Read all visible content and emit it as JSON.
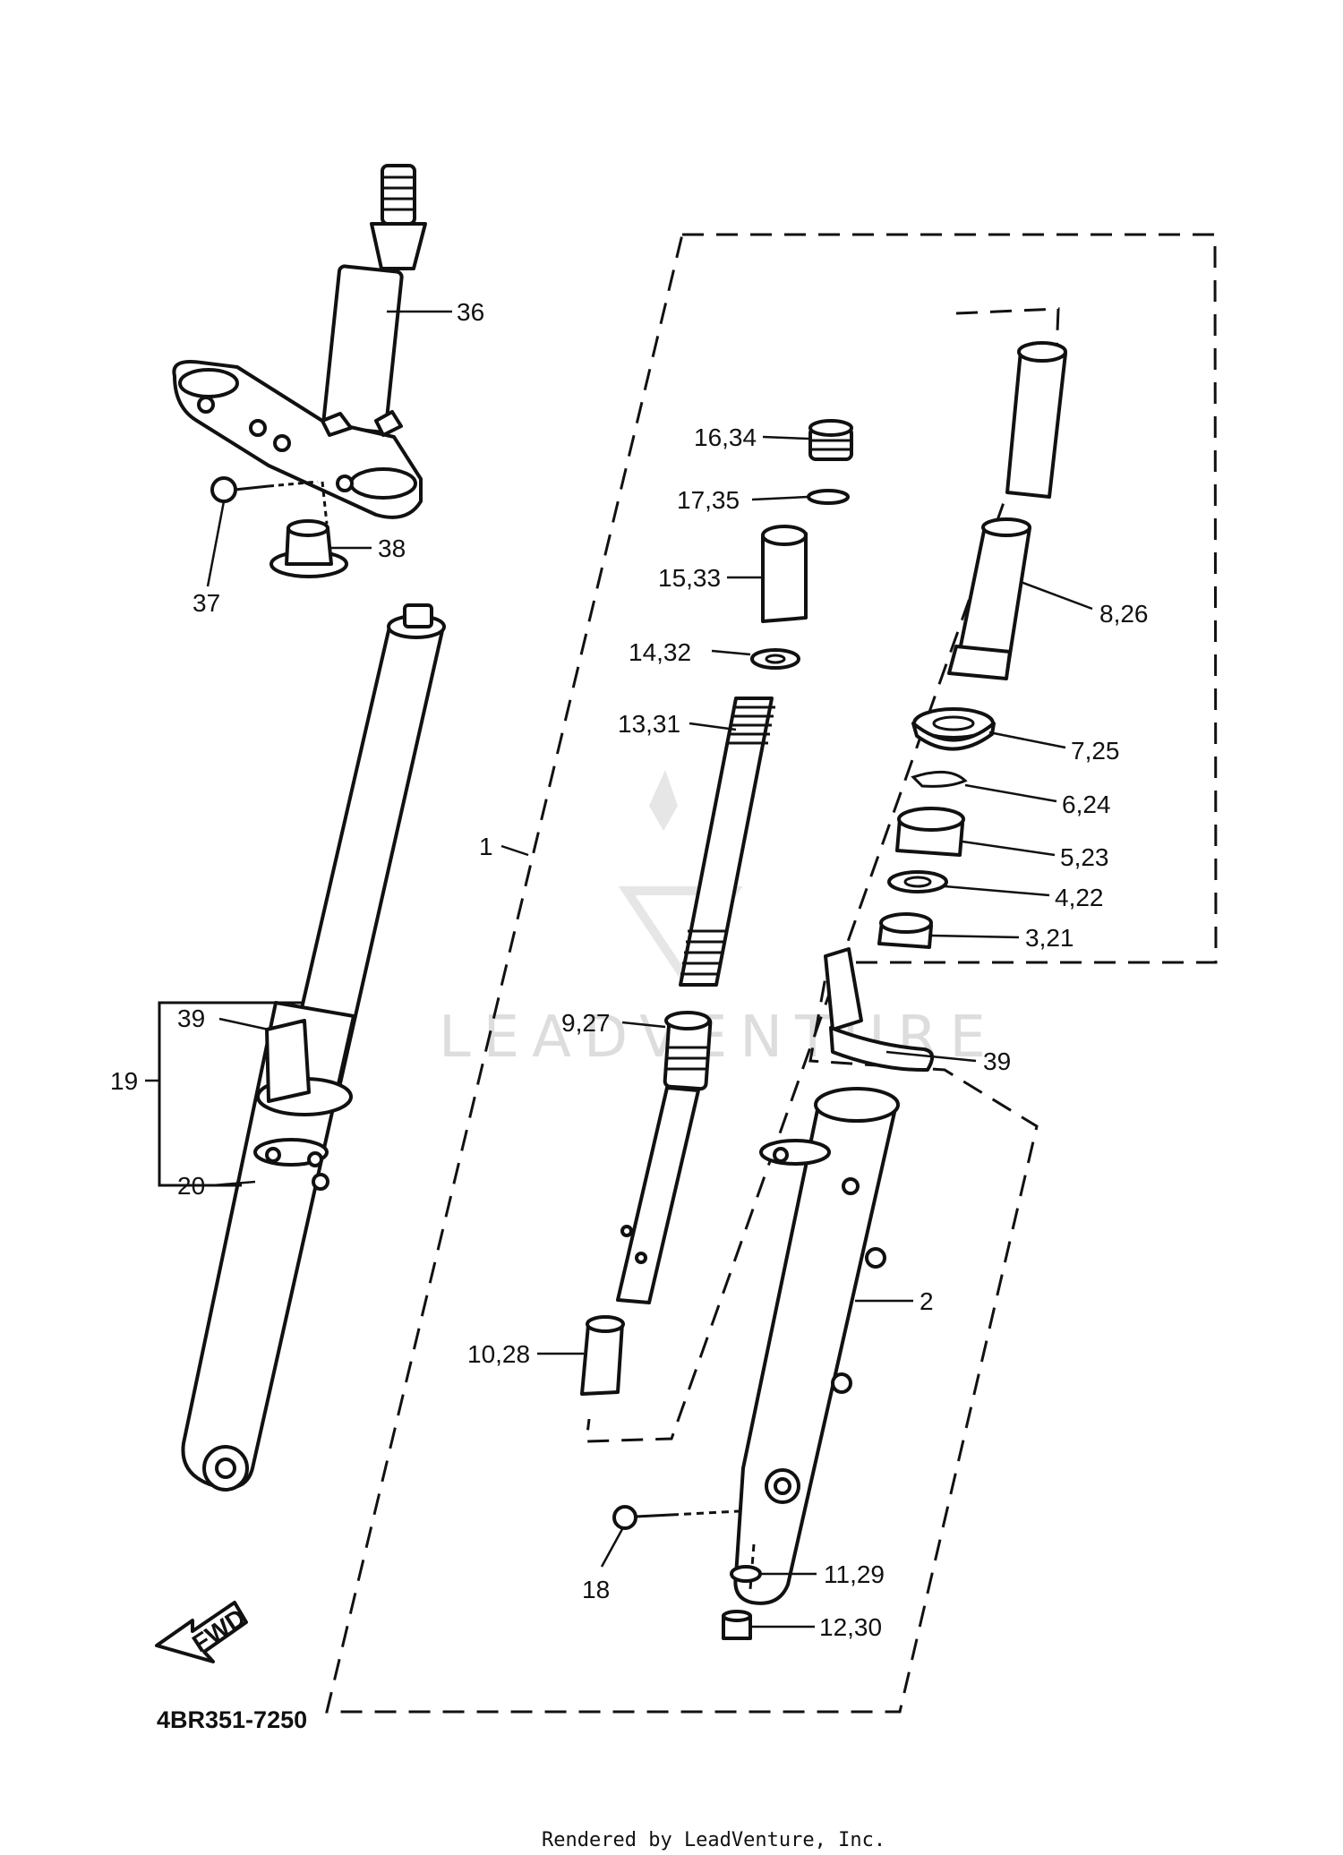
{
  "diagram": {
    "labels": [
      {
        "id": "p36",
        "text": "36"
      },
      {
        "id": "p38",
        "text": "38"
      },
      {
        "id": "p37",
        "text": "37"
      },
      {
        "id": "p16",
        "text": "16,34"
      },
      {
        "id": "p17",
        "text": "17,35"
      },
      {
        "id": "p15",
        "text": "15,33"
      },
      {
        "id": "p14",
        "text": "14,32"
      },
      {
        "id": "p13",
        "text": "13,31"
      },
      {
        "id": "p1",
        "text": "1"
      },
      {
        "id": "p8",
        "text": "8,26"
      },
      {
        "id": "p7",
        "text": "7,25"
      },
      {
        "id": "p6",
        "text": "6,24"
      },
      {
        "id": "p5",
        "text": "5,23"
      },
      {
        "id": "p4",
        "text": "4,22"
      },
      {
        "id": "p3",
        "text": "3,21"
      },
      {
        "id": "p39a",
        "text": "39"
      },
      {
        "id": "p19",
        "text": "19"
      },
      {
        "id": "p20",
        "text": "20"
      },
      {
        "id": "p9",
        "text": "9,27"
      },
      {
        "id": "p39b",
        "text": "39"
      },
      {
        "id": "p2",
        "text": "2"
      },
      {
        "id": "p10",
        "text": "10,28"
      },
      {
        "id": "p18",
        "text": "18"
      },
      {
        "id": "p11",
        "text": "11,29"
      },
      {
        "id": "p12",
        "text": "12,30"
      }
    ],
    "fwd_label": "FWD",
    "diagram_code": "4BR351-7250",
    "watermark": "LEADVENTURE",
    "credit": "Rendered by LeadVenture, Inc."
  }
}
